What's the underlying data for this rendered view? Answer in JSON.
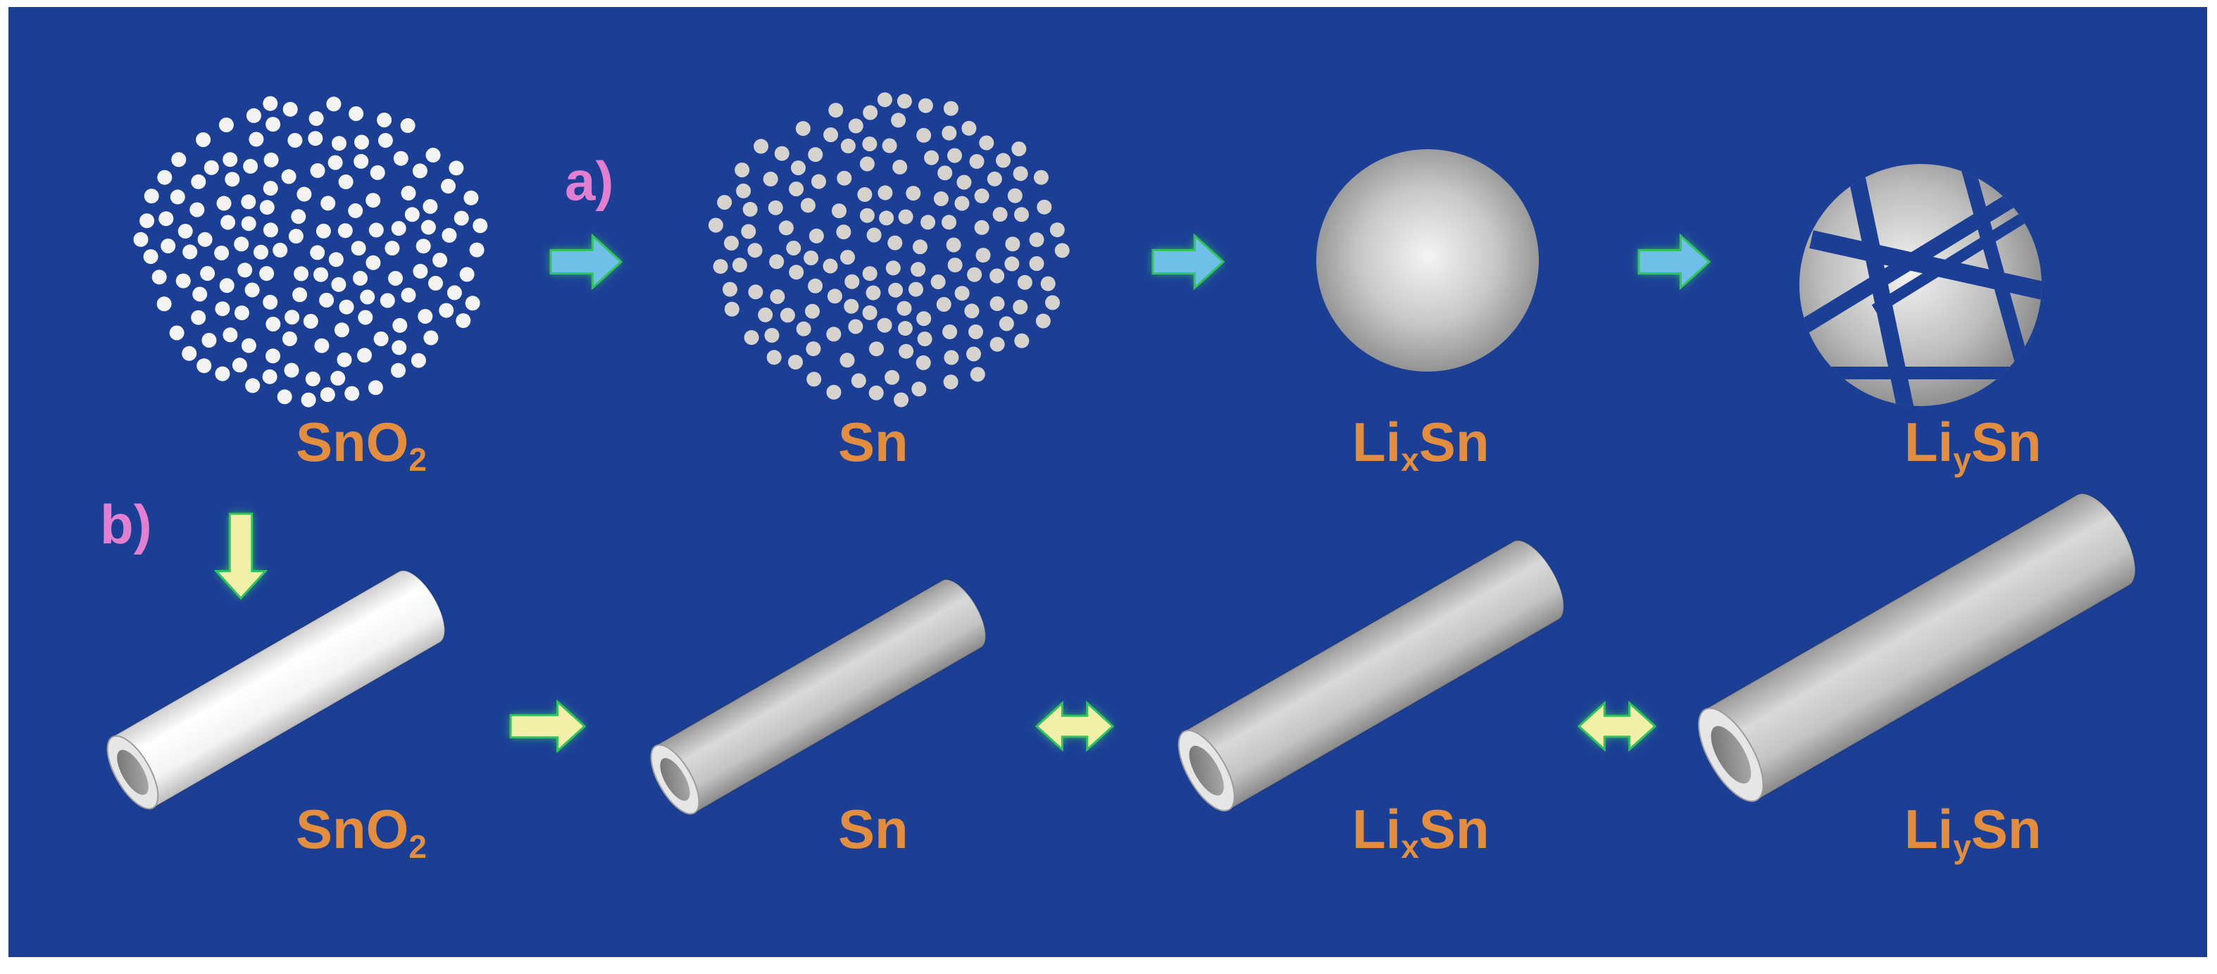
{
  "colors": {
    "background": "#1c3f96",
    "label": "#e38d3f",
    "step_label": "#e37fd0",
    "arrow_cyan": "#6fbfe9",
    "arrow_yellow": "#f2f0a8",
    "arrow_glow": "#31c35c"
  },
  "step_a": "a)",
  "step_b": "b)",
  "row_a": [
    {
      "main": "SnO",
      "sub": "2",
      "tail": ""
    },
    {
      "main": "Sn",
      "sub": "",
      "tail": ""
    },
    {
      "main": "Li",
      "sub": "x",
      "tail": "Sn"
    },
    {
      "main": "Li",
      "sub": "y",
      "tail": "Sn"
    }
  ],
  "row_b": [
    {
      "main": "SnO",
      "sub": "2",
      "tail": ""
    },
    {
      "main": "Sn",
      "sub": "",
      "tail": ""
    },
    {
      "main": "Li",
      "sub": "x",
      "tail": "Sn"
    },
    {
      "main": "Li",
      "sub": "y",
      "tail": "Sn"
    }
  ]
}
